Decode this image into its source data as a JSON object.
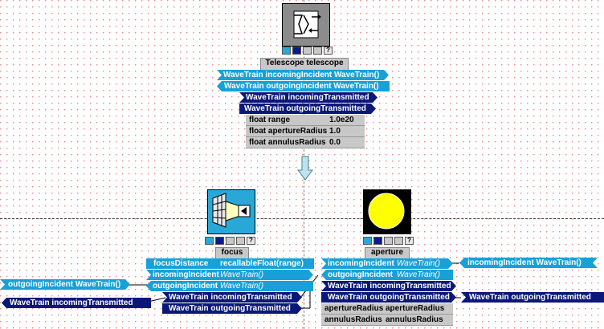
{
  "telescope": {
    "name": "Telescope  telescope",
    "rows": [
      {
        "text": "WaveTrain  incomingIncident  WaveTrain()"
      },
      {
        "text": "WaveTrain  outgoingIncident  WaveTrain()"
      },
      {
        "text": "WaveTrain  incomingTransmitted"
      },
      {
        "text": "WaveTrain  outgoingTransmitted"
      }
    ],
    "props": [
      {
        "label": "float  range",
        "value": "1.0e20"
      },
      {
        "label": "float  apertureRadius",
        "value": "1.0"
      },
      {
        "label": "float  annulusRadius",
        "value": "0.0"
      }
    ]
  },
  "focus": {
    "name": "focus",
    "distance_label": "focusDistance",
    "distance_value": "recallableFloat(range)",
    "incoming_label": "incomingIncident",
    "incoming_value": "WaveTrain()",
    "outgoing_label": "outgoingIncident",
    "outgoing_value": "WaveTrain()",
    "in_trans": "WaveTrain  incomingTransmitted",
    "out_trans": "WaveTrain  outgoingTransmitted"
  },
  "aperture": {
    "name": "aperture",
    "incoming_label": "incomingIncident",
    "incoming_value": "WaveTrain()",
    "outgoing_label": "outgoingIncident",
    "outgoing_value": "WaveTrain()",
    "in_trans": "WaveTrain  incomingTransmitted",
    "out_trans": "WaveTrain  outgoingTransmitted",
    "props": [
      {
        "label": "apertureRadius",
        "value": "apertureRadius"
      },
      {
        "label": "annulusRadius",
        "value": "annulusRadius"
      }
    ]
  },
  "external": {
    "outgoing_incident": "outgoingIncident  WaveTrain()",
    "incoming_transmitted": "WaveTrain  incomingTransmitted",
    "incoming_incident": "incomingIncident  WaveTrain()",
    "outgoing_transmitted": "WaveTrain  outgoingTransmitted"
  },
  "toolbar": {
    "help": "?"
  },
  "colors": {
    "light_port": "#18a0d8",
    "dark_port": "#0c1877",
    "property": "#c8c8c8",
    "aperture_disk": "#ffff00"
  }
}
